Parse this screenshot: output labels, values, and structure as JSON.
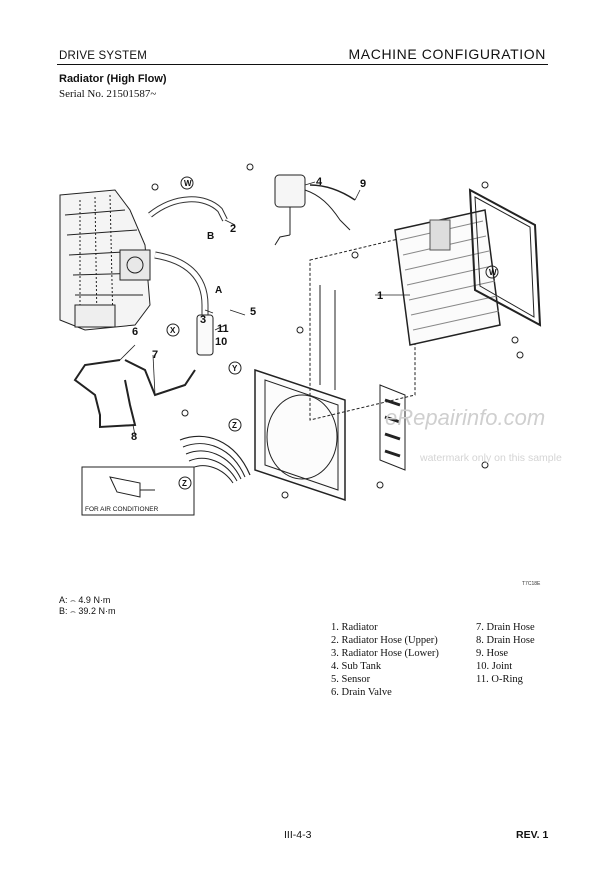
{
  "header": {
    "section": "DRIVE SYSTEM",
    "chapter": "MACHINE  CONFIGURATION"
  },
  "figure": {
    "title": "Radiator (High Flow)",
    "serial": "Serial No. 21501587~",
    "figure_id": "T7C18E",
    "inset_label": "FOR AIR CONDITIONER",
    "callouts": [
      "1",
      "2",
      "3",
      "4",
      "5",
      "6",
      "7",
      "8",
      "9",
      "10",
      "11"
    ],
    "letters": [
      "A",
      "B",
      "W",
      "X",
      "Y",
      "Z"
    ]
  },
  "torque": {
    "a": "A: ⌢ 4.9 N·m",
    "b": "B: ⌢ 39.2 N·m"
  },
  "legend": {
    "col1": [
      "1. Radiator",
      "2. Radiator Hose (Upper)",
      "3. Radiator Hose (Lower)",
      "4. Sub Tank",
      "5. Sensor",
      "6. Drain Valve"
    ],
    "col2": [
      "7. Drain Hose",
      "8. Drain Hose",
      "9. Hose",
      "10. Joint",
      "11. O-Ring"
    ]
  },
  "footer": {
    "page": "III-4-3",
    "rev": "REV. 1"
  },
  "watermark": {
    "site": "eRepairinfo.com",
    "note": "watermark only on this sample"
  }
}
